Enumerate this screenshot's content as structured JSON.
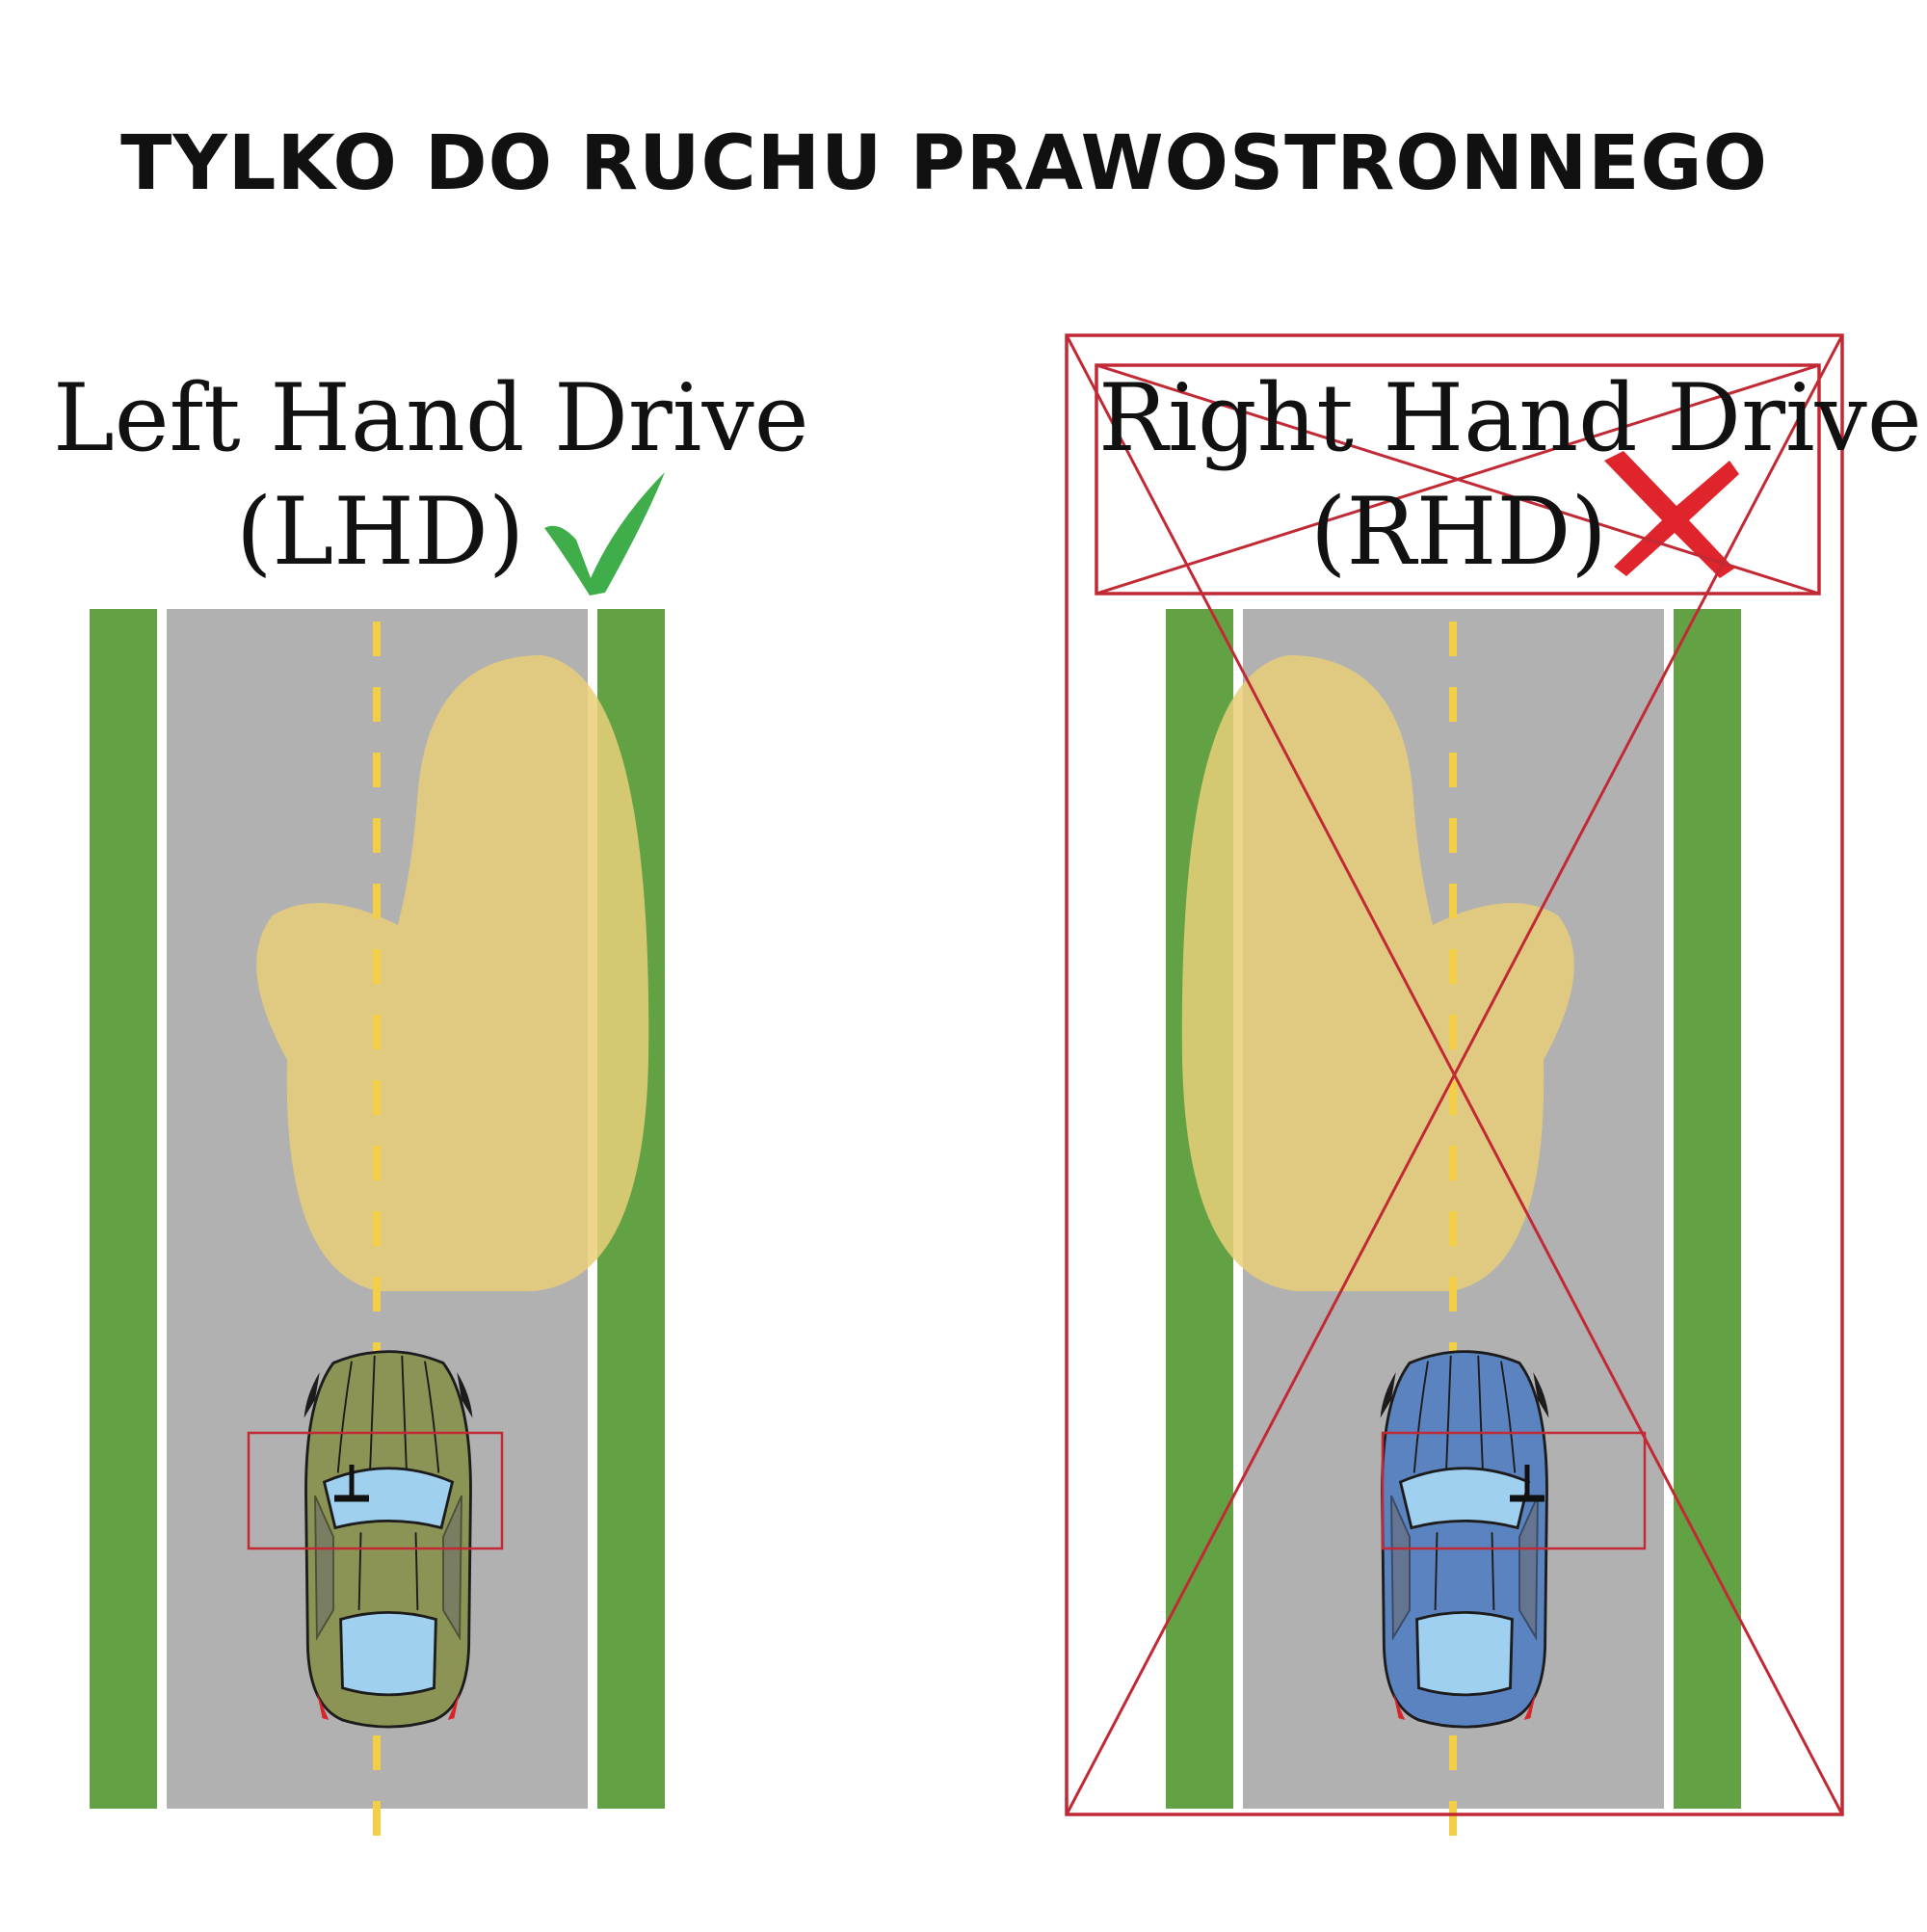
{
  "title": "TYLKO DO RUCHU PRAWOSTRONNEGO",
  "panels": {
    "lhd": {
      "line1": "Left Hand Drive",
      "line2": "(LHD)",
      "mark": "check-icon",
      "car_color": "#8c9455"
    },
    "rhd": {
      "line1": "Right Hand Drive",
      "line2": "(RHD)",
      "mark": "cross-icon",
      "car_color": "#5b83bf"
    }
  },
  "colors": {
    "grass": "#63a244",
    "road": "#b2b1b2",
    "lane_dash": "#f2cf47",
    "beam": "#e8cf78",
    "check": "#3fae4a",
    "cross": "#e0242b",
    "strike": "#c12a35",
    "glass": "#9fd0ef"
  }
}
